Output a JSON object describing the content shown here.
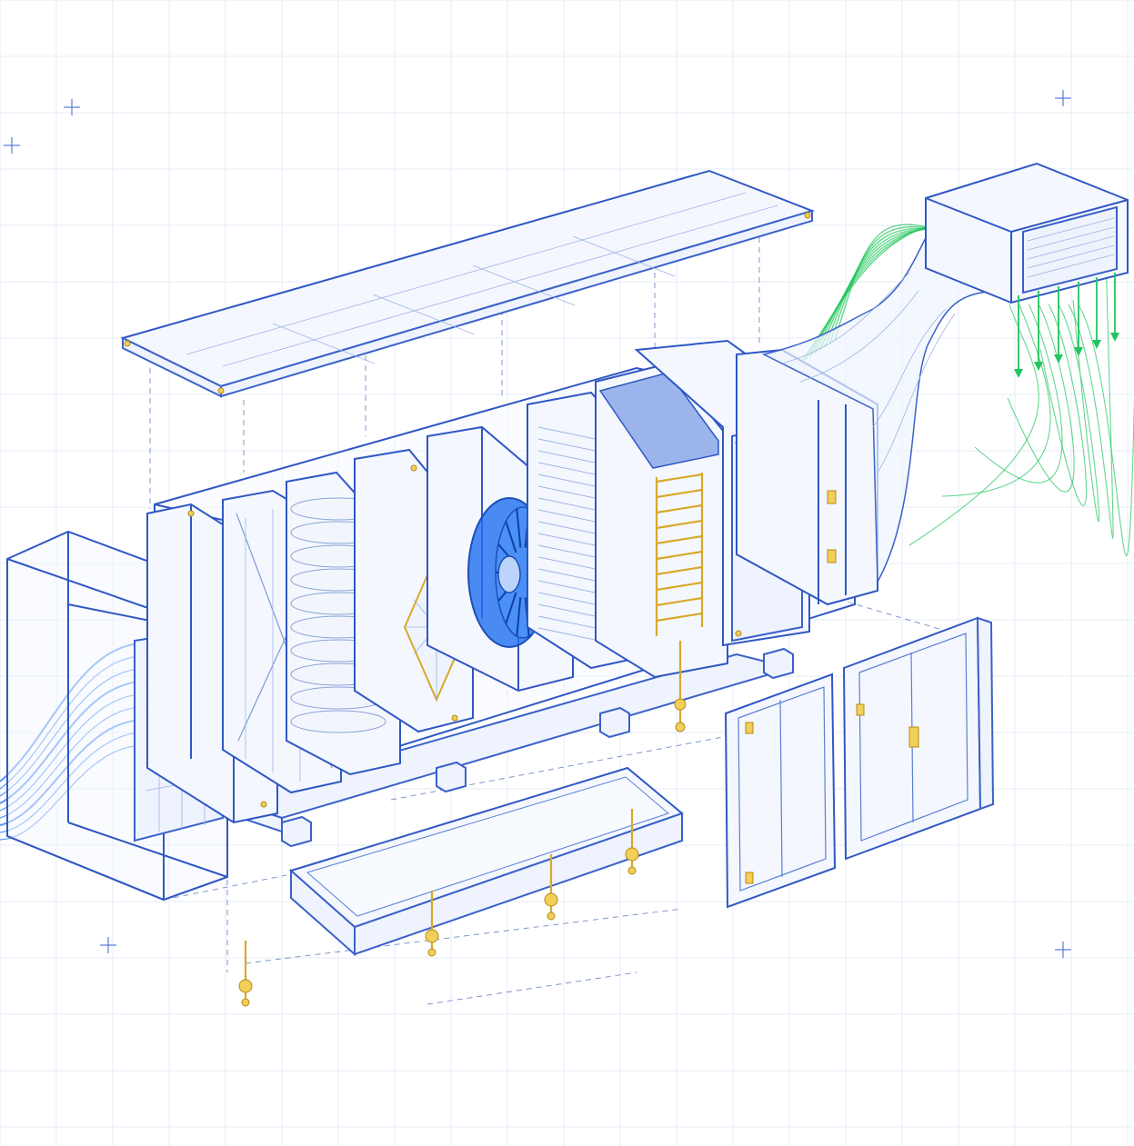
{
  "colors": {
    "outline": "#2f57c4",
    "accent_blue": "#1f6ef0",
    "intake_flow": "#3b82f6",
    "supply_flow": "#22c55e",
    "fitting_brass": "#d7a92a",
    "background": "#ffffff"
  },
  "components": [
    "roof-panel",
    "intake-hood",
    "damper-section",
    "pre-filter",
    "bag-filter",
    "heat-exchanger",
    "fan-wheel",
    "cooling-coil",
    "heating-coil",
    "access-section",
    "discharge-plenum",
    "supply-duct",
    "drain-pan",
    "access-door-left",
    "access-door-right"
  ],
  "icons": [
    "registration-cross",
    "flow-arrow-down",
    "valve-fitting"
  ]
}
